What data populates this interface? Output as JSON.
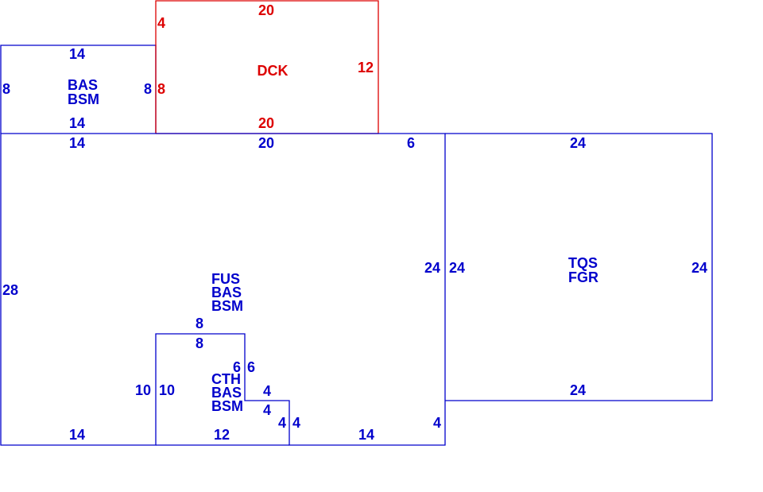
{
  "colors": {
    "main": "#0000cc",
    "deck": "#dd0000",
    "background": "#ffffff"
  },
  "areas": {
    "bas_top": {
      "code1": "BAS",
      "code2": "BSM"
    },
    "deck": {
      "code": "DCK"
    },
    "main": {
      "code1": "FUS",
      "code2": "BAS",
      "code3": "BSM"
    },
    "cath": {
      "code1": "CTH",
      "code2": "BAS",
      "code3": "BSM"
    },
    "garage": {
      "code1": "TQS",
      "code2": "FGR"
    }
  },
  "dimensions": {
    "bas_top": {
      "top": "14",
      "left": "8",
      "right": "8",
      "bottom": "14"
    },
    "deck": {
      "top": "20",
      "left": "4",
      "left2": "8",
      "right": "12",
      "bottom": "20"
    },
    "main": {
      "top_left": "14",
      "top_mid": "20",
      "top_right": "6",
      "left": "28",
      "right": "24",
      "bottom_left": "14",
      "bottom_right": "14",
      "step": "4"
    },
    "cath": {
      "top_out": "8",
      "top_in": "8",
      "left_out": "10",
      "left_in": "10",
      "right_out": "6",
      "right_in": "6",
      "step_top": "4",
      "step_side": "4",
      "step_side2": "4",
      "step_side3": "4",
      "bottom": "12"
    },
    "garage": {
      "top": "24",
      "left": "24",
      "right": "24",
      "bottom": "24"
    }
  }
}
